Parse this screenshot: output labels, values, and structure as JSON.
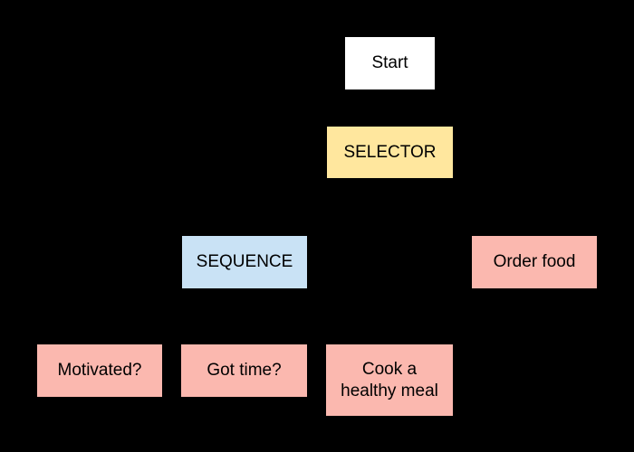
{
  "diagram": {
    "kind": "behavior-tree"
  },
  "colors": {
    "background": "#000000",
    "text": "#000000",
    "start_fill": "#ffffff",
    "selector_fill": "#ffe79e",
    "sequence_fill": "#c9e2f5",
    "action_fill": "#fbb8af"
  },
  "nodes": {
    "start": {
      "label": "Start",
      "type": "start"
    },
    "selector": {
      "label": "SELECTOR",
      "type": "selector"
    },
    "sequence": {
      "label": "SEQUENCE",
      "type": "sequence"
    },
    "order_food": {
      "label": "Order food",
      "type": "action"
    },
    "motivated": {
      "label": "Motivated?",
      "type": "condition"
    },
    "got_time": {
      "label": "Got time?",
      "type": "condition"
    },
    "cook_meal": {
      "label": "Cook a\nhealthy meal",
      "type": "action"
    }
  }
}
